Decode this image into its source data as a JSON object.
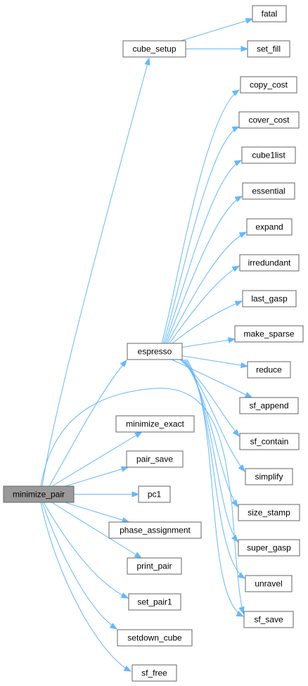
{
  "graph": {
    "title": "",
    "root": "minimize_pair",
    "colors": {
      "edge": "#63b8ff",
      "node_border": "#666666",
      "root_fill": "#999999",
      "node_fill": "#ffffff"
    },
    "nodes": [
      {
        "id": "fatal",
        "label": "fatal"
      },
      {
        "id": "cube_setup",
        "label": "cube_setup"
      },
      {
        "id": "set_fill",
        "label": "set_fill"
      },
      {
        "id": "copy_cost",
        "label": "copy_cost"
      },
      {
        "id": "cover_cost",
        "label": "cover_cost"
      },
      {
        "id": "cube1list",
        "label": "cube1list"
      },
      {
        "id": "essential",
        "label": "essential"
      },
      {
        "id": "expand",
        "label": "expand"
      },
      {
        "id": "irredundant",
        "label": "irredundant"
      },
      {
        "id": "last_gasp",
        "label": "last_gasp"
      },
      {
        "id": "make_sparse",
        "label": "make_sparse"
      },
      {
        "id": "espresso",
        "label": "espresso"
      },
      {
        "id": "reduce",
        "label": "reduce"
      },
      {
        "id": "sf_append",
        "label": "sf_append"
      },
      {
        "id": "minimize_exact",
        "label": "minimize_exact"
      },
      {
        "id": "sf_contain",
        "label": "sf_contain"
      },
      {
        "id": "pair_save",
        "label": "pair_save"
      },
      {
        "id": "simplify",
        "label": "simplify"
      },
      {
        "id": "minimize_pair",
        "label": "minimize_pair"
      },
      {
        "id": "pc1",
        "label": "pc1"
      },
      {
        "id": "size_stamp",
        "label": "size_stamp"
      },
      {
        "id": "phase_assignment",
        "label": "phase_assignment"
      },
      {
        "id": "super_gasp",
        "label": "super_gasp"
      },
      {
        "id": "print_pair",
        "label": "print_pair"
      },
      {
        "id": "unravel",
        "label": "unravel"
      },
      {
        "id": "set_pair1",
        "label": "set_pair1"
      },
      {
        "id": "sf_save",
        "label": "sf_save"
      },
      {
        "id": "setdown_cube",
        "label": "setdown_cube"
      },
      {
        "id": "sf_free",
        "label": "sf_free"
      }
    ],
    "edges": [
      [
        "minimize_pair",
        "cube_setup"
      ],
      [
        "minimize_pair",
        "espresso"
      ],
      [
        "minimize_pair",
        "minimize_exact"
      ],
      [
        "minimize_pair",
        "pair_save"
      ],
      [
        "minimize_pair",
        "pc1"
      ],
      [
        "minimize_pair",
        "phase_assignment"
      ],
      [
        "minimize_pair",
        "print_pair"
      ],
      [
        "minimize_pair",
        "set_pair1"
      ],
      [
        "minimize_pair",
        "setdown_cube"
      ],
      [
        "minimize_pair",
        "sf_free"
      ],
      [
        "minimize_pair",
        "sf_save"
      ],
      [
        "cube_setup",
        "fatal"
      ],
      [
        "cube_setup",
        "set_fill"
      ],
      [
        "espresso",
        "copy_cost"
      ],
      [
        "espresso",
        "cover_cost"
      ],
      [
        "espresso",
        "cube1list"
      ],
      [
        "espresso",
        "essential"
      ],
      [
        "espresso",
        "expand"
      ],
      [
        "espresso",
        "irredundant"
      ],
      [
        "espresso",
        "last_gasp"
      ],
      [
        "espresso",
        "make_sparse"
      ],
      [
        "espresso",
        "reduce"
      ],
      [
        "espresso",
        "sf_append"
      ],
      [
        "espresso",
        "sf_contain"
      ],
      [
        "espresso",
        "simplify"
      ],
      [
        "espresso",
        "size_stamp"
      ],
      [
        "espresso",
        "super_gasp"
      ],
      [
        "espresso",
        "unravel"
      ],
      [
        "espresso",
        "sf_save"
      ]
    ]
  }
}
